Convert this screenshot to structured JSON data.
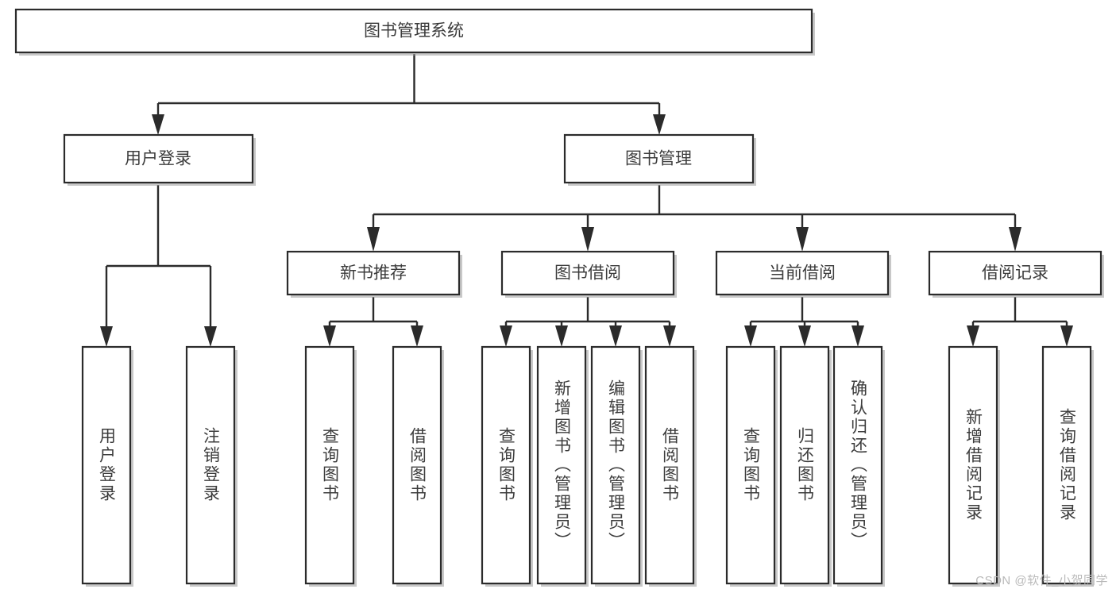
{
  "diagram": {
    "title": "图书管理系统",
    "type": "tree",
    "watermark": "CSDN @软件_小贺同学",
    "colors": {
      "box_stroke": "#2b2b2b",
      "box_fill": "#ffffff",
      "text": "#3c3c3c",
      "edge": "#2b2b2b",
      "watermark": "#b9b9b9",
      "background": "#ffffff"
    },
    "levels": {
      "root": {
        "id": "root",
        "label": "图书管理系统",
        "orientation": "horizontal"
      },
      "level2": [
        {
          "id": "user-login",
          "label": "用户登录",
          "orientation": "horizontal"
        },
        {
          "id": "book-manage",
          "label": "图书管理",
          "orientation": "horizontal"
        }
      ],
      "level3": [
        {
          "id": "new-book-recommend",
          "label": "新书推荐",
          "orientation": "horizontal",
          "parent": "book-manage"
        },
        {
          "id": "book-borrow",
          "label": "图书借阅",
          "orientation": "horizontal",
          "parent": "book-manage"
        },
        {
          "id": "current-borrow",
          "label": "当前借阅",
          "orientation": "horizontal",
          "parent": "book-manage"
        },
        {
          "id": "borrow-record",
          "label": "借阅记录",
          "orientation": "horizontal",
          "parent": "book-manage"
        }
      ],
      "leaves": [
        {
          "id": "leaf-user-login",
          "label": "用户登录",
          "orientation": "vertical",
          "parent": "user-login"
        },
        {
          "id": "leaf-user-logout",
          "label": "注销登录",
          "orientation": "vertical",
          "parent": "user-login"
        },
        {
          "id": "leaf-query-book-1",
          "label": "查询图书",
          "orientation": "vertical",
          "parent": "new-book-recommend"
        },
        {
          "id": "leaf-borrow-book-1",
          "label": "借阅图书",
          "orientation": "vertical",
          "parent": "new-book-recommend"
        },
        {
          "id": "leaf-query-book-2",
          "label": "查询图书",
          "orientation": "vertical",
          "parent": "book-borrow"
        },
        {
          "id": "leaf-add-book",
          "label": "新增图书（管理员）",
          "orientation": "vertical",
          "parent": "book-borrow"
        },
        {
          "id": "leaf-edit-book",
          "label": "编辑图书（管理员）",
          "orientation": "vertical",
          "parent": "book-borrow"
        },
        {
          "id": "leaf-borrow-book-2",
          "label": "借阅图书",
          "orientation": "vertical",
          "parent": "book-borrow"
        },
        {
          "id": "leaf-query-book-3",
          "label": "查询图书",
          "orientation": "vertical",
          "parent": "current-borrow"
        },
        {
          "id": "leaf-return-book",
          "label": "归还图书",
          "orientation": "vertical",
          "parent": "current-borrow"
        },
        {
          "id": "leaf-confirm-return",
          "label": "确认归还（管理员）",
          "orientation": "vertical",
          "parent": "current-borrow"
        },
        {
          "id": "leaf-add-record",
          "label": "新增借阅记录",
          "orientation": "vertical",
          "parent": "borrow-record"
        },
        {
          "id": "leaf-query-record",
          "label": "查询借阅记录",
          "orientation": "vertical",
          "parent": "borrow-record"
        }
      ]
    }
  }
}
